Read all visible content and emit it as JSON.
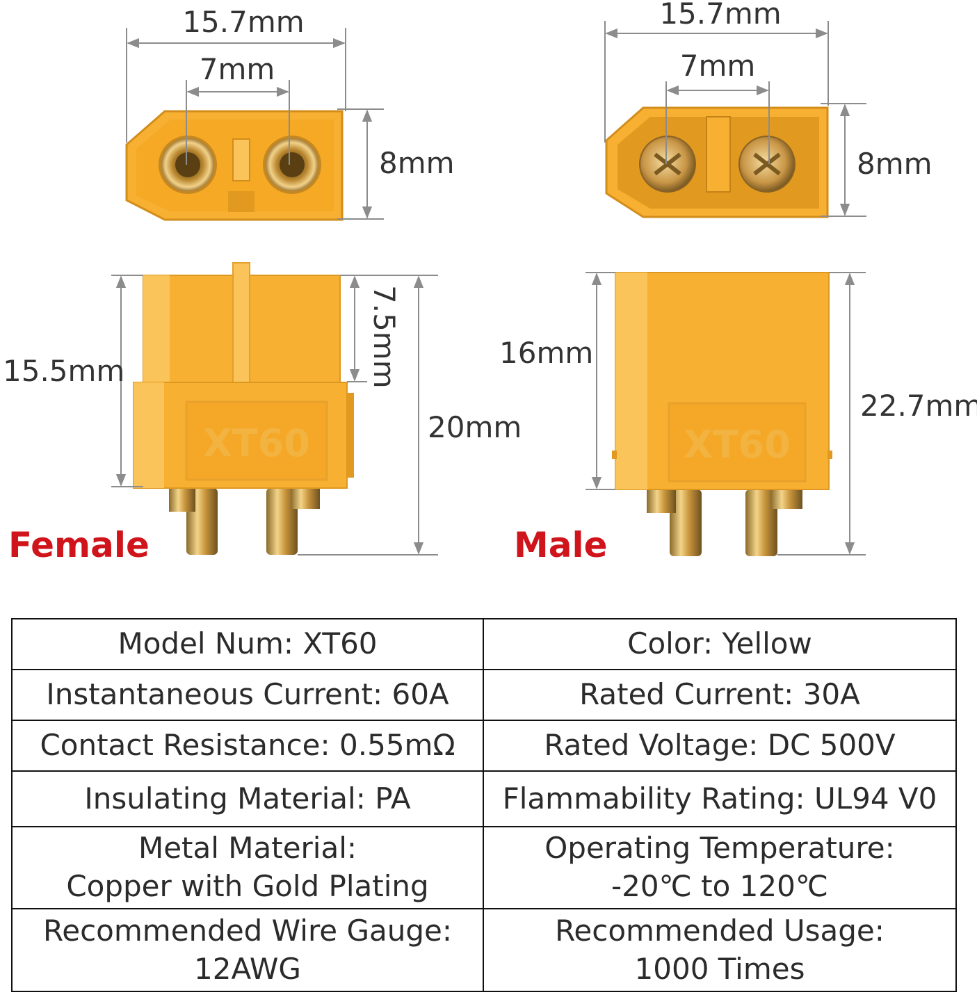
{
  "female": {
    "label": "Female",
    "top_width": "15.7mm",
    "pin_spacing": "7mm",
    "top_height": "8mm",
    "body_height": "15.5mm",
    "slot_depth": "7.5mm",
    "total_height": "20mm",
    "emboss": "XT60"
  },
  "male": {
    "label": "Male",
    "top_width": "15.7mm",
    "pin_spacing": "7mm",
    "top_height": "8mm",
    "body_height": "16mm",
    "total_height": "22.7mm",
    "emboss": "XT60"
  },
  "specs": [
    {
      "left": [
        "Model Num: XT60"
      ],
      "right": [
        "Color: Yellow"
      ]
    },
    {
      "left": [
        "Instantaneous Current: 60A"
      ],
      "right": [
        "Rated Current: 30A"
      ]
    },
    {
      "left": [
        "Contact Resistance: 0.55mΩ"
      ],
      "right": [
        "Rated Voltage: DC 500V"
      ]
    },
    {
      "left": [
        "Insulating Material: PA"
      ],
      "right": [
        "Flammability Rating: UL94 V0"
      ]
    },
    {
      "left": [
        "Metal Material:",
        "Copper with Gold Plating"
      ],
      "right": [
        "Operating Temperature:",
        "-20℃ to 120℃"
      ]
    },
    {
      "left": [
        "Recommended Wire Gauge:",
        "12AWG"
      ],
      "right": [
        "Recommended Usage:",
        "1000 Times"
      ]
    }
  ],
  "colors": {
    "housing": "#f7b032",
    "housing_shade": "#e19a1f",
    "housing_light": "#fbc45a",
    "gold": "#d9a848",
    "label_red": "#d0141b",
    "dimension_line": "#8c8c8c"
  }
}
